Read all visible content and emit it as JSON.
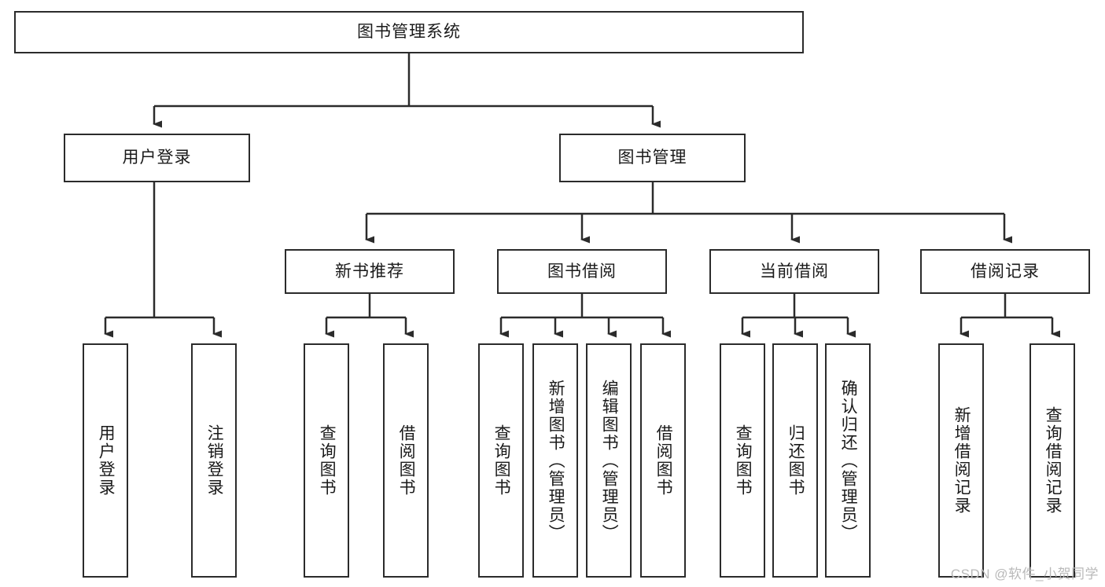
{
  "diagram": {
    "title": "图书管理系统",
    "type": "tree-structure-chart",
    "watermark": "CSDN @软件_小贺同学",
    "colors": {
      "box_border": "#2b2b2b",
      "box_fill": "#ffffff",
      "edge": "#2b2b2b",
      "text": "#1a1a1a",
      "watermark": "#b9b9b9"
    }
  },
  "root": {
    "label": "图书管理系统"
  },
  "level2": [
    {
      "label": "用户登录"
    },
    {
      "label": "图书管理"
    }
  ],
  "level3": [
    {
      "label": "新书推荐"
    },
    {
      "label": "图书借阅"
    },
    {
      "label": "当前借阅"
    },
    {
      "label": "借阅记录"
    }
  ],
  "leaves": {
    "user_login": [
      {
        "label": "用户登录"
      },
      {
        "label": "注销登录"
      }
    ],
    "new_book_recommend": [
      {
        "label": "查询图书"
      },
      {
        "label": "借阅图书"
      }
    ],
    "book_borrow": [
      {
        "label": "查询图书"
      },
      {
        "label": "新增图书（管理员）"
      },
      {
        "label": "编辑图书（管理员）"
      },
      {
        "label": "借阅图书"
      }
    ],
    "current_borrow": [
      {
        "label": "查询图书"
      },
      {
        "label": "归还图书"
      },
      {
        "label": "确认归还（管理员）"
      }
    ],
    "borrow_record": [
      {
        "label": "新增借阅记录"
      },
      {
        "label": "查询借阅记录"
      }
    ]
  }
}
